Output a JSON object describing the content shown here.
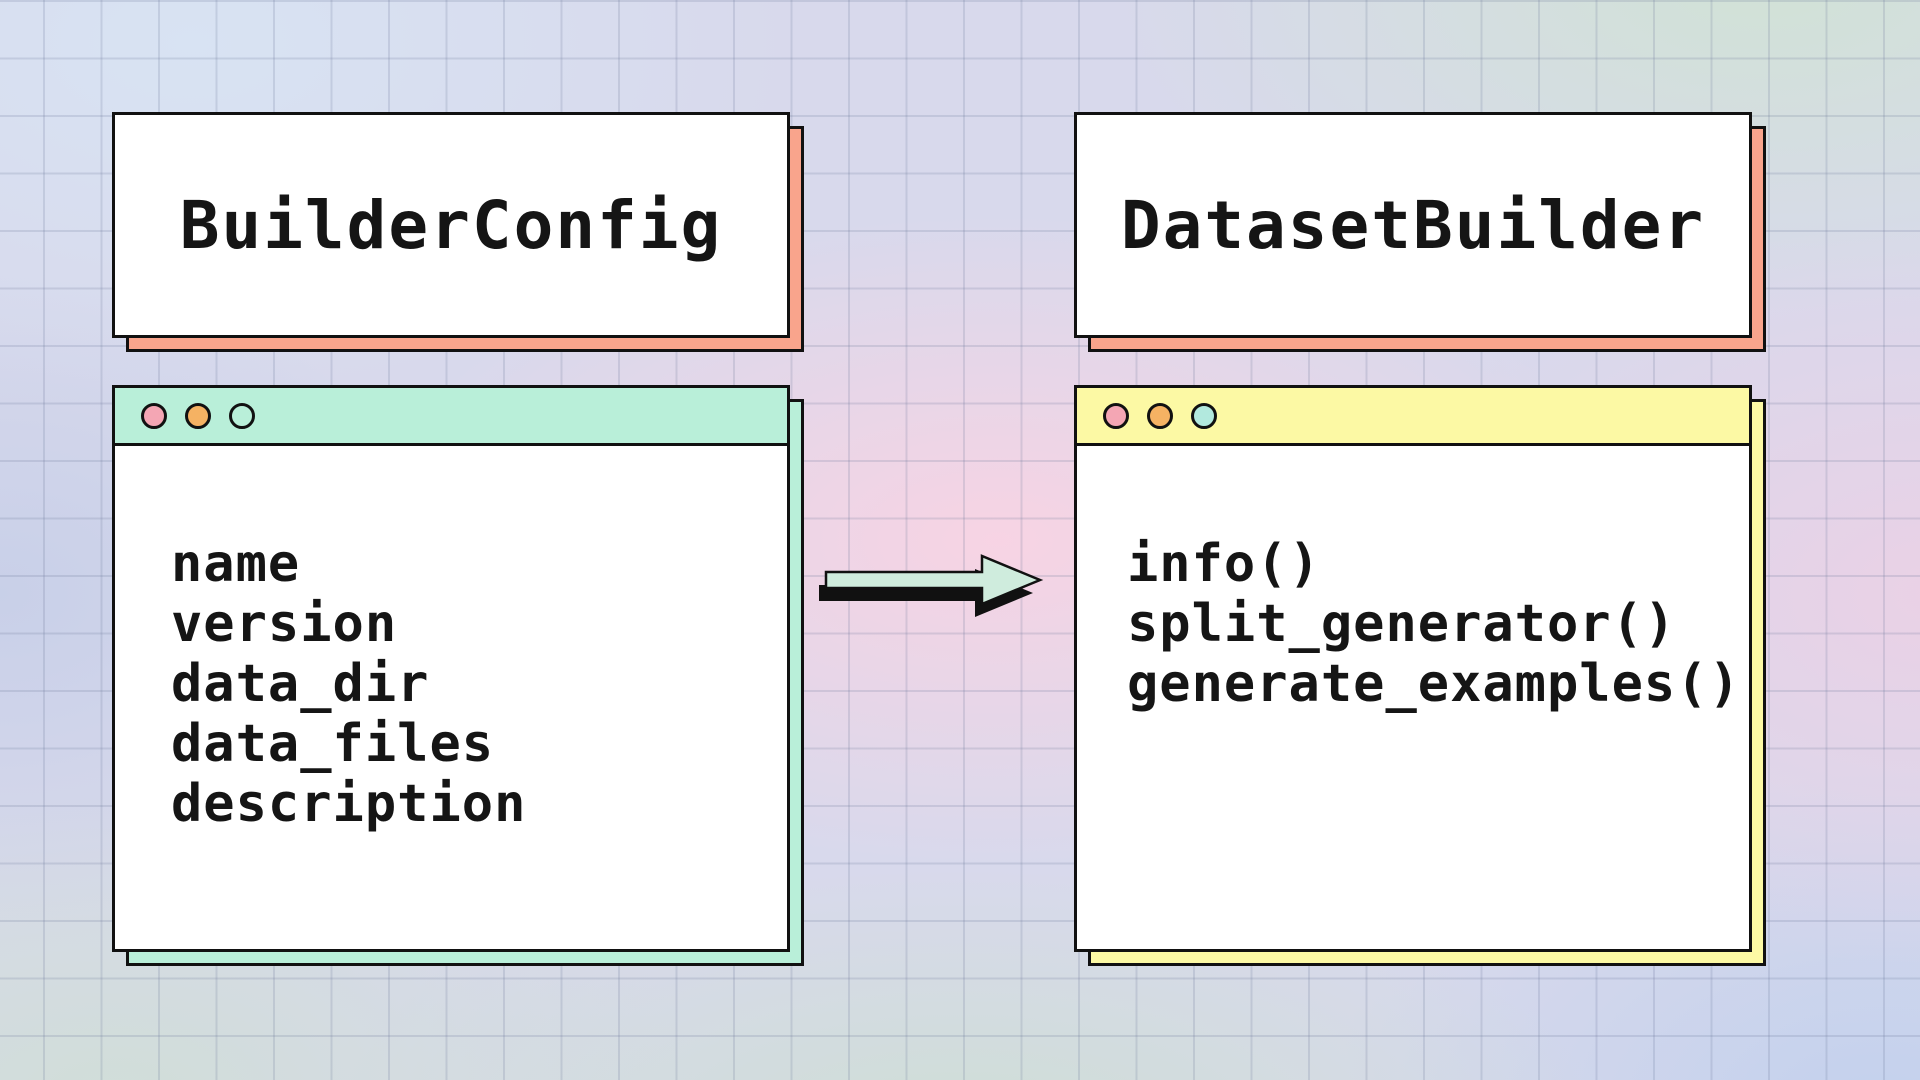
{
  "left_card": {
    "title": "BuilderConfig",
    "shadow_color": "#f9a48c"
  },
  "right_card": {
    "title": "DatasetBuilder",
    "shadow_color": "#f9a48c"
  },
  "left_window": {
    "titlebar_color": "#b9efd9",
    "shadow_color": "#b9efd9",
    "dots": [
      {
        "icon": "close-dot",
        "color": "#f4a6b4"
      },
      {
        "icon": "minimize-dot",
        "color": "#f5b263"
      },
      {
        "icon": "zoom-dot",
        "color": "transparent"
      }
    ],
    "lines": [
      "name",
      "version",
      "data_dir",
      "data_files",
      "description"
    ]
  },
  "right_window": {
    "titlebar_color": "#fcf9a4",
    "shadow_color": "#fcf9a4",
    "dots": [
      {
        "icon": "close-dot",
        "color": "#f4a6b4"
      },
      {
        "icon": "minimize-dot",
        "color": "#f5b263"
      },
      {
        "icon": "zoom-dot",
        "color": "#b2e9de"
      }
    ],
    "lines": [
      "info()",
      "split_generator()",
      "generate_examples()"
    ]
  },
  "arrow": {
    "direction": "left-to-right",
    "fill": "#cfecdd",
    "outline": "#111111"
  },
  "background": {
    "grid_color": "rgba(106,118,152,0.20)",
    "corner_colors": {
      "top_left": "#d8e3f3",
      "top_right": "#d1e2d6",
      "center": "#f8d3e2",
      "bottom_left": "#d0ded7",
      "bottom_right": "#c3d1ed"
    }
  }
}
